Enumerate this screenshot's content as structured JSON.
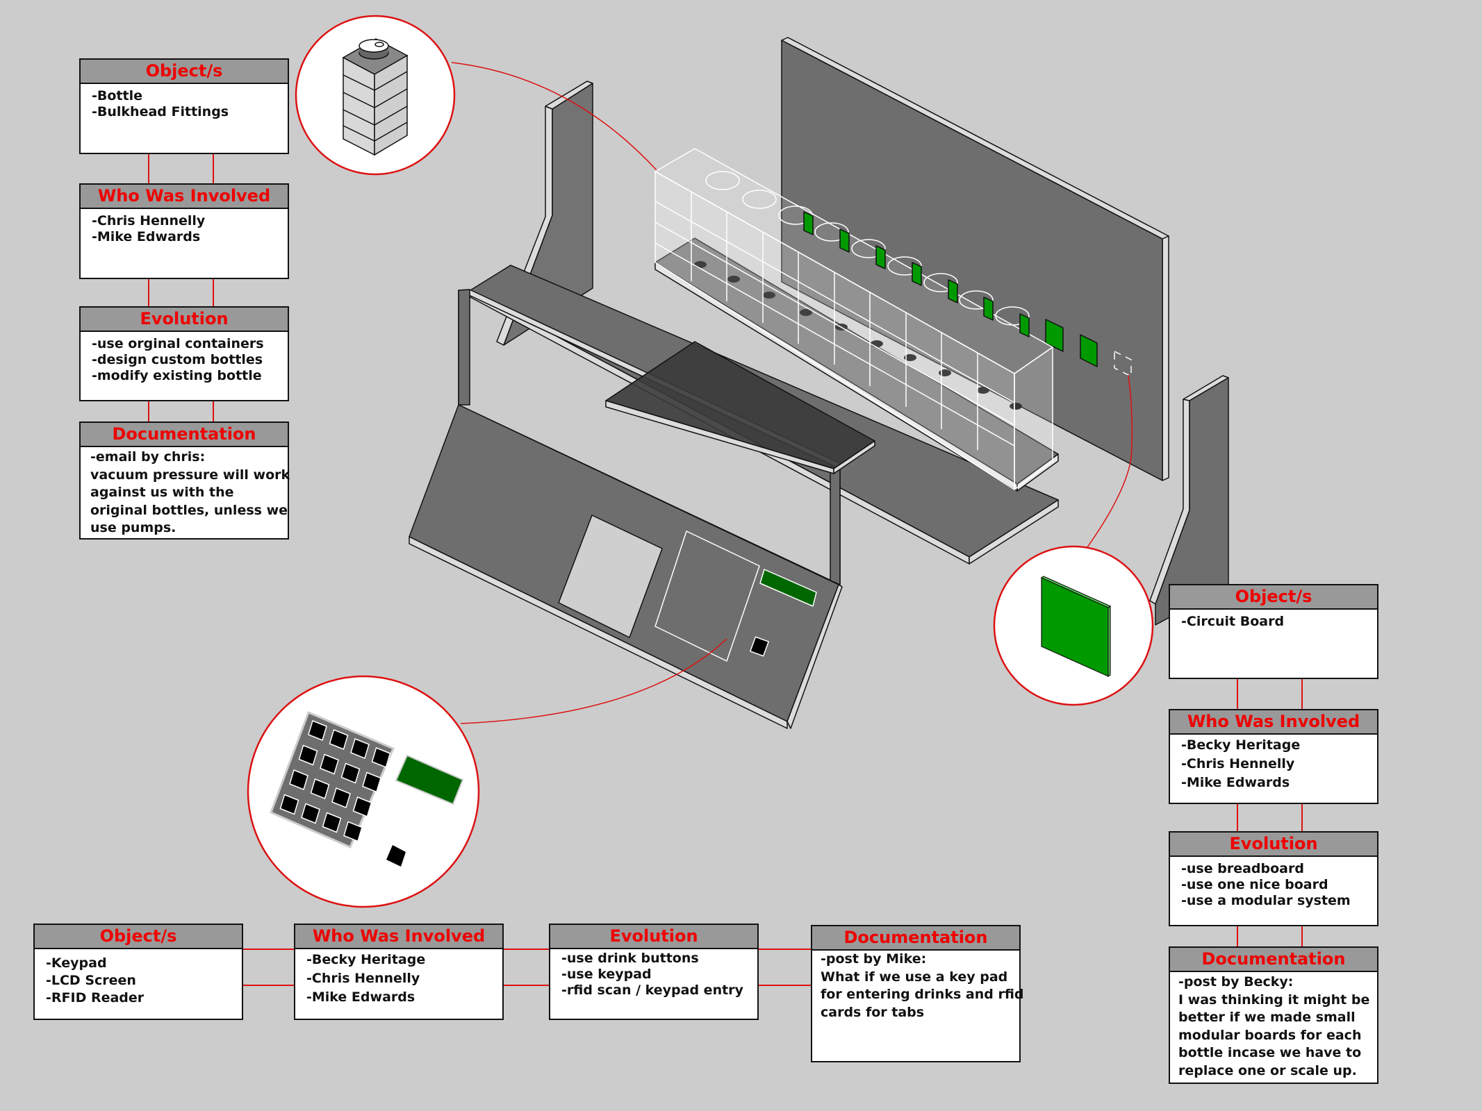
{
  "colors": {
    "background": "#cccccc",
    "card_header": "#999999",
    "card_title": "#ee0000",
    "connector": "#dd1111",
    "panel_dark": "#6e6e6e",
    "panel_edge": "#dcdcdc",
    "circuit_green": "#009900",
    "lcd_green": "#006600"
  },
  "callouts": [
    {
      "id": "bottle",
      "icon": "bottle-icon",
      "subject": "Bottle"
    },
    {
      "id": "keypad",
      "icon": "keypad-icon",
      "subject": "Keypad / LCD / RFID"
    },
    {
      "id": "circuit",
      "icon": "circuit-board-icon",
      "subject": "Circuit Board"
    }
  ],
  "groups": {
    "bottle": {
      "objects": {
        "title": "Object/s",
        "items": [
          "-Bottle",
          "-Bulkhead Fittings"
        ]
      },
      "people": {
        "title": "Who Was Involved",
        "items": [
          "-Chris Hennelly",
          "-Mike Edwards"
        ]
      },
      "evolution": {
        "title": "Evolution",
        "items": [
          "-use orginal containers",
          "-design custom bottles",
          "-modify existing bottle"
        ]
      },
      "documentation": {
        "title": "Documentation",
        "author": "-email by chris:",
        "lines": [
          "vacuum pressure will work",
          "against us with the",
          "original bottles, unless we",
          "use pumps."
        ]
      }
    },
    "keypad": {
      "objects": {
        "title": "Object/s",
        "items": [
          "-Keypad",
          "-LCD Screen",
          "-RFID Reader"
        ]
      },
      "people": {
        "title": "Who Was Involved",
        "items": [
          "-Becky Heritage",
          "-Chris Hennelly",
          "-Mike Edwards"
        ]
      },
      "evolution": {
        "title": "Evolution",
        "items": [
          "-use drink buttons",
          "-use keypad",
          "-rfid scan / keypad entry"
        ]
      },
      "documentation": {
        "title": "Documentation",
        "author": "-post by Mike:",
        "lines": [
          "What if we use a key pad",
          "for entering drinks and rfid",
          "cards for tabs"
        ]
      }
    },
    "circuit": {
      "objects": {
        "title": "Object/s",
        "items": [
          "-Circuit Board"
        ]
      },
      "people": {
        "title": "Who Was Involved",
        "items": [
          "-Becky Heritage",
          "-Chris Hennelly",
          "-Mike Edwards"
        ]
      },
      "evolution": {
        "title": "Evolution",
        "items": [
          "-use breadboard",
          "-use one nice board",
          "-use a modular system"
        ]
      },
      "documentation": {
        "title": "Documentation",
        "author": "-post by Becky:",
        "lines": [
          "I was thinking it might be",
          "better if we made small",
          "modular boards for each",
          "bottle incase we have to",
          "replace one or scale up."
        ]
      }
    }
  }
}
